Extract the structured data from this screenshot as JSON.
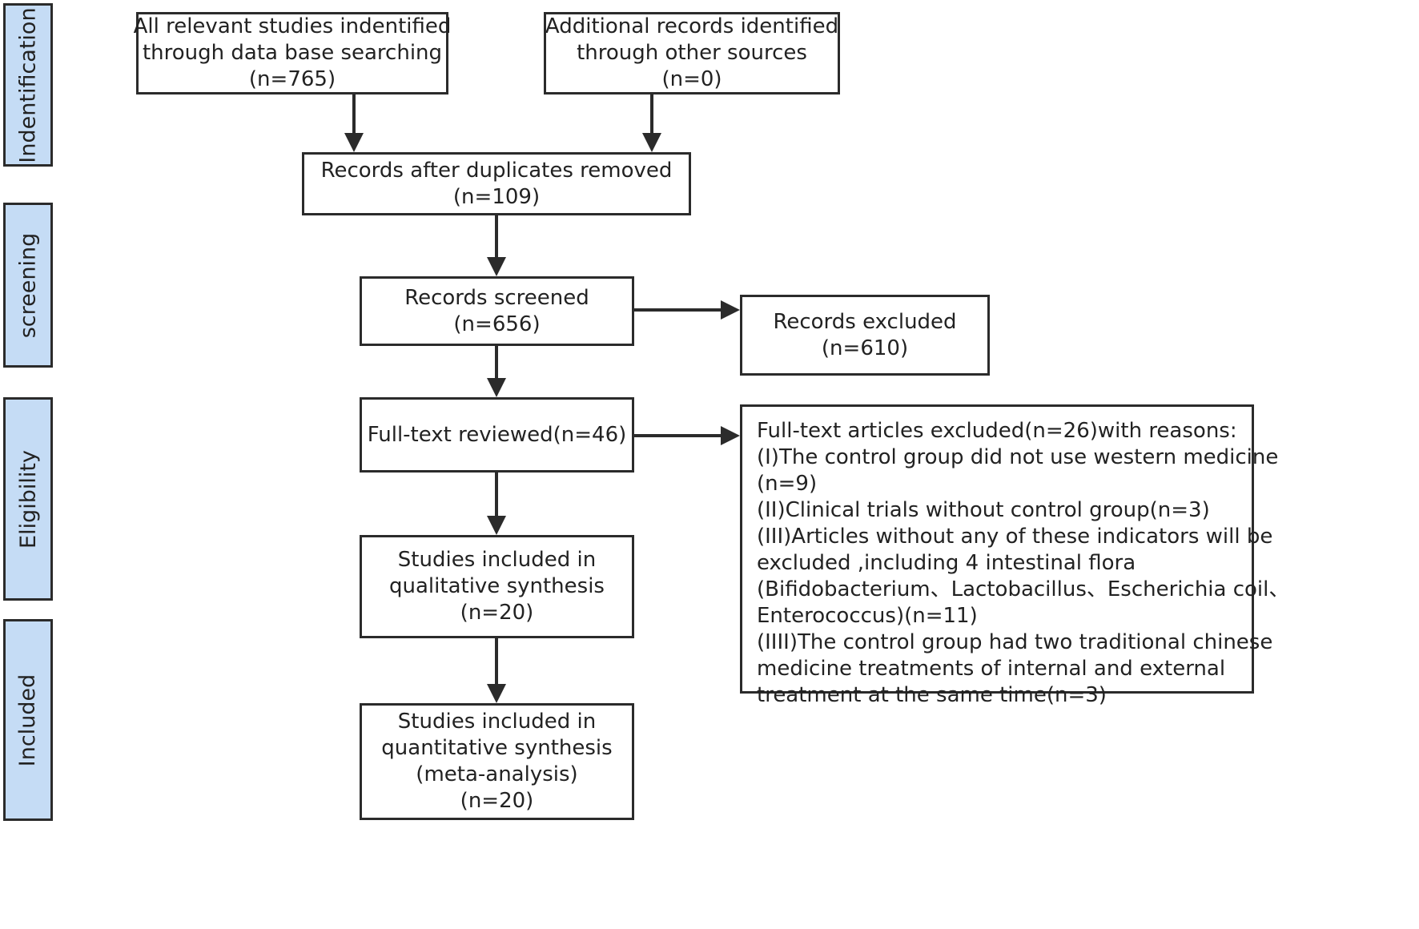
{
  "colors": {
    "stage_fill": "#c5dcf5",
    "stroke": "#2b2b2b",
    "text": "#222222",
    "background": "#ffffff"
  },
  "stages": {
    "identification": "Indentification",
    "screening": "screening",
    "eligibility": "Eligibility",
    "included": "Included"
  },
  "boxes": {
    "database_search": [
      "All relevant studies indentified",
      "through data base searching",
      "(n=765)"
    ],
    "other_sources": [
      "Additional records identified",
      "through other sources",
      "(n=0)"
    ],
    "after_duplicates": [
      "Records after duplicates removed",
      "(n=109)"
    ],
    "screened": [
      "Records screened",
      "(n=656)"
    ],
    "excluded": [
      "Records excluded",
      "(n=610)"
    ],
    "full_text": [
      "Full-text reviewed(n=46)"
    ],
    "qualitative": [
      "Studies included in",
      "qualitative synthesis",
      "(n=20)"
    ],
    "quantitative": [
      "Studies included in",
      "quantitative synthesis",
      "(meta-analysis)",
      "(n=20)"
    ]
  },
  "full_text_excluded": [
    "Full-text articles excluded(n=26)with reasons:",
    "(I)The control group did not use western medicine",
    "(n=9)",
    "(II)Clinical trials without control group(n=3)",
    "(III)Articles without any of these indicators will be",
    "excluded ,including 4 intestinal flora",
    "(Bifidobacterium、Lactobacillus、Escherichia coil、",
    "Enterococcus)(n=11)",
    "(IIII)The control group had two traditional chinese",
    "medicine treatments of internal and external",
    "treatment at the same time(n=3)"
  ]
}
